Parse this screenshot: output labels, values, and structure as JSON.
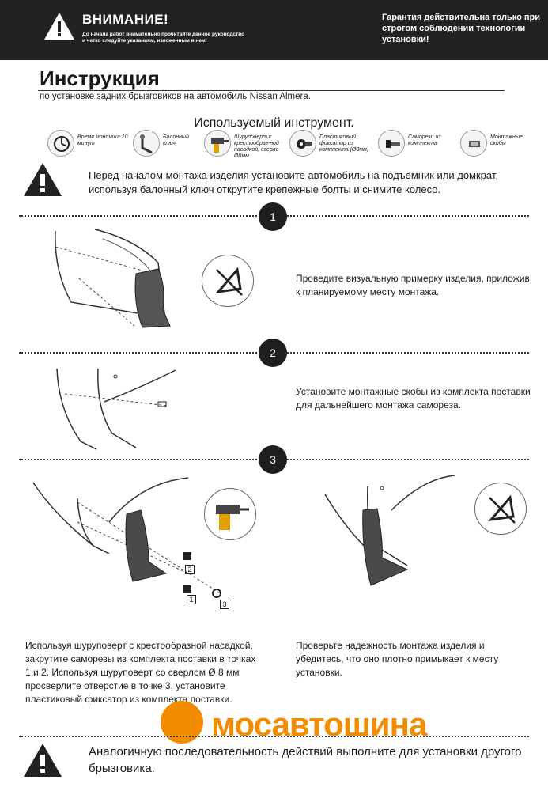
{
  "header": {
    "warning_title": "ВНИМАНИЕ!",
    "warning_text": "До начала работ внимательно прочитайте данное руководство и четко следуйте указаниям, изложенным в нем!",
    "guarantee": "Гарантия действительна только при строгом соблюдении технологии установки!"
  },
  "title": "Инструкция",
  "subtitle": "по установке задних брызговиков на автомобиль Nissan Almera.",
  "tools": {
    "heading": "Используемый инструмент.",
    "items": [
      {
        "label": "Время монтажа 10 минут",
        "icon": "clock-icon"
      },
      {
        "label": "Балонный ключ",
        "icon": "wrench-icon"
      },
      {
        "label": "Шуруповерт с крестообраз-ной насадкой, сверло Ø8мм",
        "icon": "drill-icon"
      },
      {
        "label": "Пластиковый фиксатор из комплекта (Ø8мм)",
        "icon": "clip-icon"
      },
      {
        "label": "Саморези из комплекта",
        "icon": "screw-icon"
      },
      {
        "label": "Монтажные скобы",
        "icon": "bracket-icon"
      }
    ]
  },
  "intro": "Перед началом монтажа изделия установите автомобиль на подъемник или домкрат, используя балонный ключ открутите крепежные болты и снимите колесо.",
  "steps": [
    {
      "number": "1",
      "text": "Проведите визуальную примерку изделия, приложив к планируемому месту монтажа."
    },
    {
      "number": "2",
      "text": "Установите монтажные скобы из комплекта поставки для дальнейшего монтажа самореза."
    },
    {
      "number": "3",
      "text_left": "Используя шуруповерт с крестообразной насадкой, закрутите саморезы из комплекта поставки в точках 1 и 2. Используя шуруповерт со сверлом Ø 8 мм просверлите отверстие в точке 3, установите пластиковый фиксатор из комплекта поставки.",
      "text_right": "Проверьте надежность монтажа изделия и убедитесь, что оно плотно примыкает к месту установки."
    }
  ],
  "callouts": [
    "2",
    "1",
    "3"
  ],
  "brand": "мосавтошина",
  "bottom_note": "Аналогичную последовательность действий выполните для установки другого брызговика.",
  "colors": {
    "header": "#222222",
    "brand": "#f28c00"
  }
}
